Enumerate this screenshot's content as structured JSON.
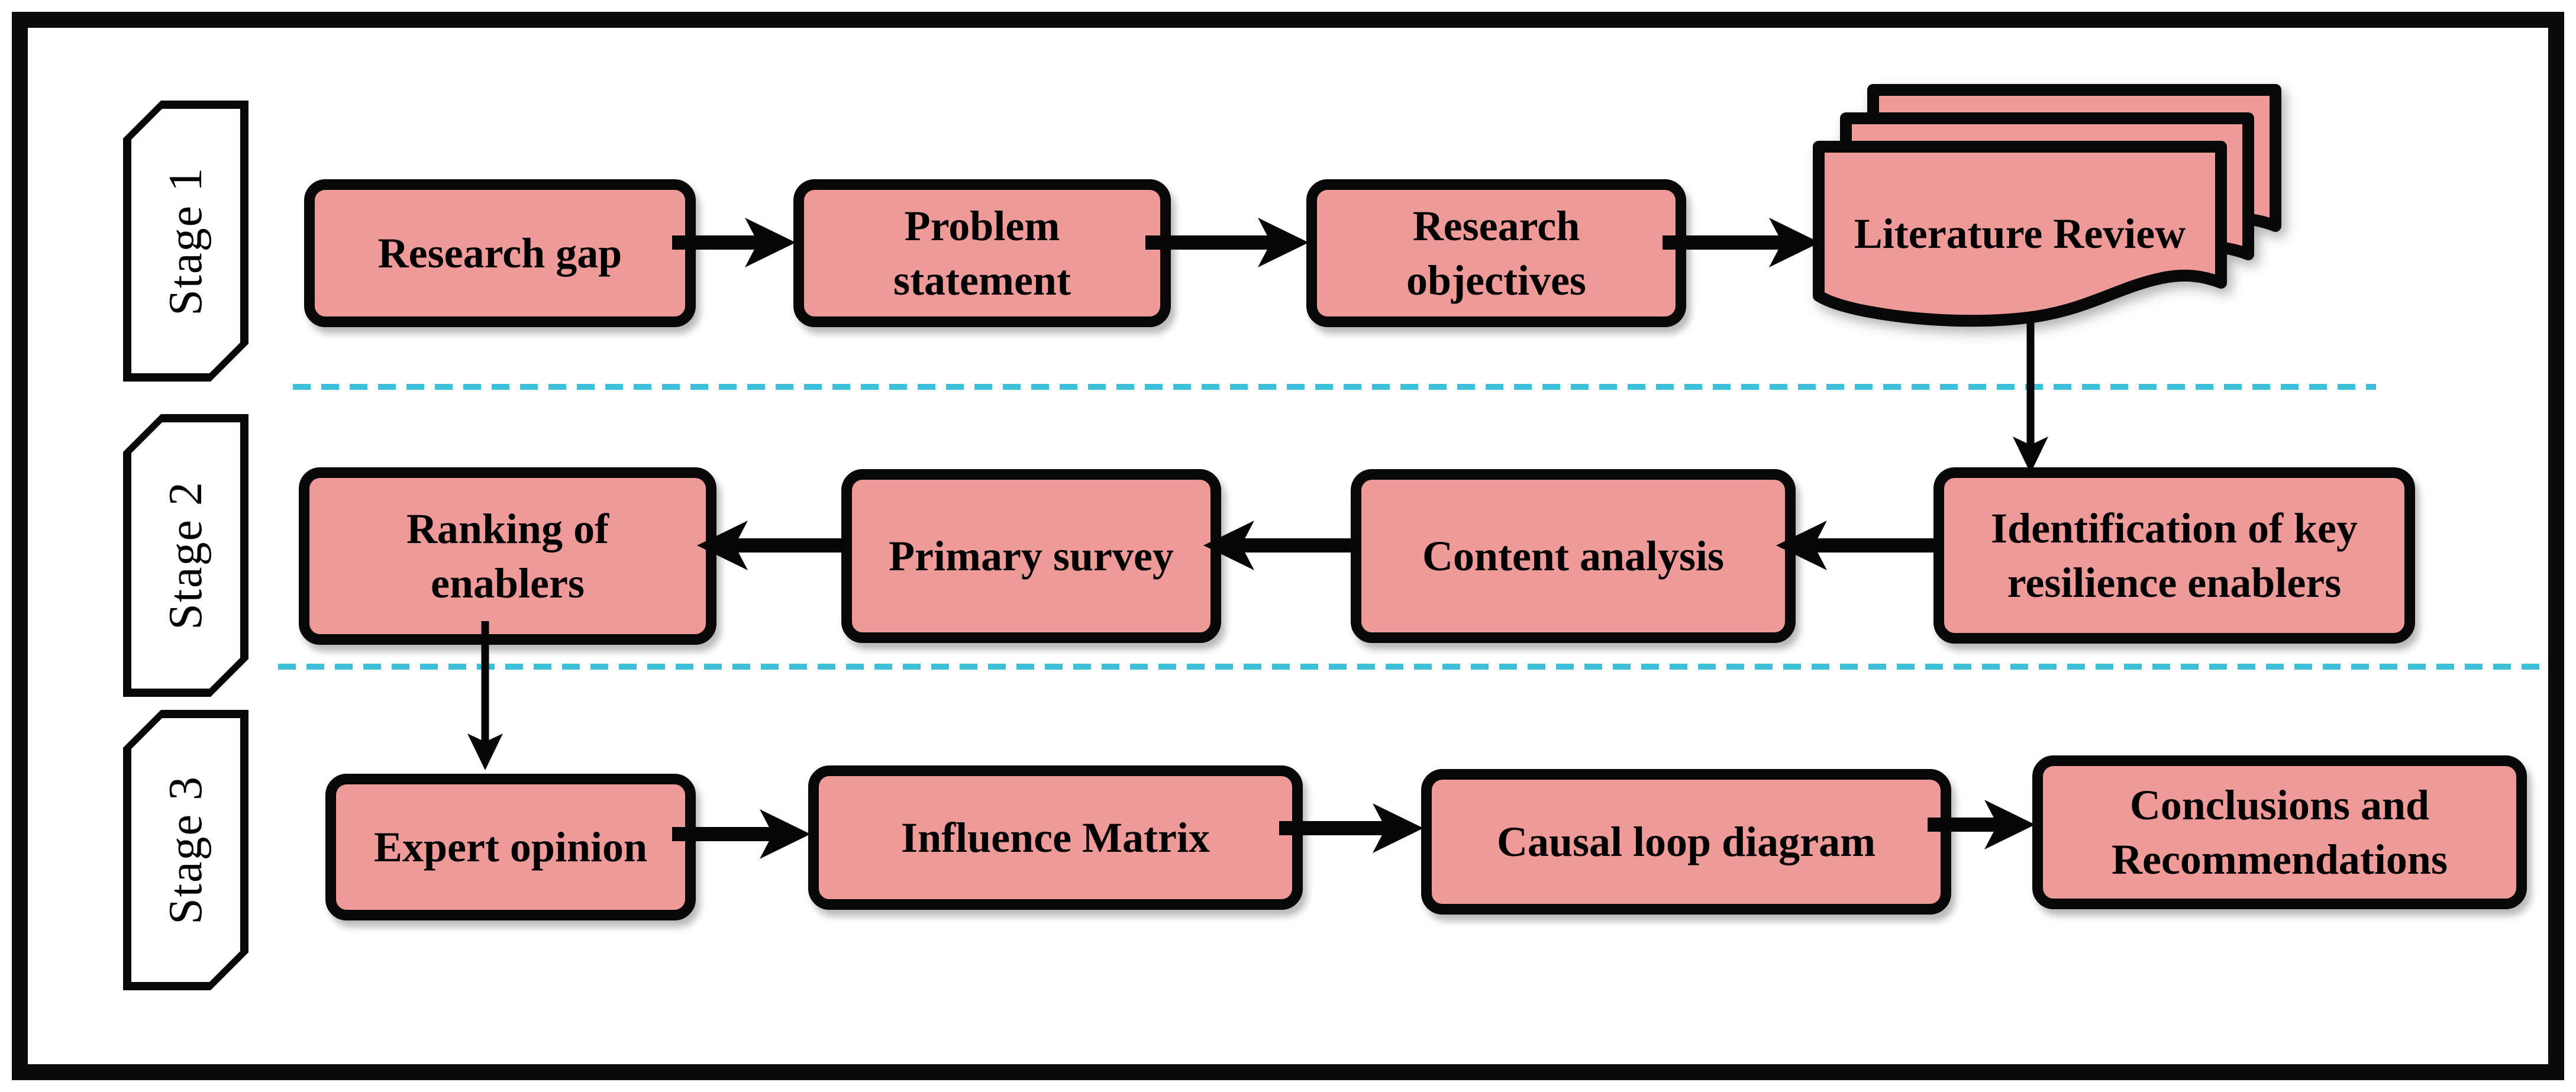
{
  "figure": {
    "type": "flowchart",
    "description": "Three-stage research methodology flow diagram"
  },
  "stages": [
    {
      "label": "Stage 1"
    },
    {
      "label": "Stage 2"
    },
    {
      "label": "Stage 3"
    }
  ],
  "nodes": {
    "research_gap": {
      "label": "Research gap",
      "stage": 1,
      "shape": "rounded-rectangle"
    },
    "problem_statement": {
      "label": "Problem\nstatement",
      "stage": 1,
      "shape": "rounded-rectangle"
    },
    "research_objectives": {
      "label": "Research\nobjectives",
      "stage": 1,
      "shape": "rounded-rectangle"
    },
    "literature_review": {
      "label": "Literature Review",
      "stage": 1,
      "shape": "document-stack"
    },
    "identification_of_key_resilience_enablers": {
      "label": "Identification of key\nresilience enablers",
      "stage": 2,
      "shape": "rounded-rectangle"
    },
    "content_analysis": {
      "label": "Content analysis",
      "stage": 2,
      "shape": "rounded-rectangle"
    },
    "primary_survey": {
      "label": "Primary survey",
      "stage": 2,
      "shape": "rounded-rectangle"
    },
    "ranking_of_enablers": {
      "label": "Ranking of\nenablers",
      "stage": 2,
      "shape": "rounded-rectangle"
    },
    "expert_opinion": {
      "label": "Expert opinion",
      "stage": 3,
      "shape": "rounded-rectangle"
    },
    "influence_matrix": {
      "label": "Influence Matrix",
      "stage": 3,
      "shape": "rounded-rectangle"
    },
    "causal_loop_diagram": {
      "label": "Causal loop diagram",
      "stage": 3,
      "shape": "rounded-rectangle"
    },
    "conclusions_and_recommendations": {
      "label": "Conclusions and\nRecommendations",
      "stage": 3,
      "shape": "rounded-rectangle"
    }
  },
  "edges": [
    {
      "from": "Research gap",
      "to": "Problem statement",
      "direction": "right"
    },
    {
      "from": "Problem statement",
      "to": "Research objectives",
      "direction": "right"
    },
    {
      "from": "Research objectives",
      "to": "Literature Review",
      "direction": "right"
    },
    {
      "from": "Literature Review",
      "to": "Identification of key resilience enablers",
      "direction": "down"
    },
    {
      "from": "Identification of key resilience enablers",
      "to": "Content analysis",
      "direction": "left"
    },
    {
      "from": "Content analysis",
      "to": "Primary survey",
      "direction": "left"
    },
    {
      "from": "Primary survey",
      "to": "Ranking of enablers",
      "direction": "left"
    },
    {
      "from": "Ranking of enablers",
      "to": "Expert opinion",
      "direction": "down"
    },
    {
      "from": "Expert opinion",
      "to": "Influence Matrix",
      "direction": "right"
    },
    {
      "from": "Influence Matrix",
      "to": "Causal loop diagram",
      "direction": "right"
    },
    {
      "from": "Causal loop diagram",
      "to": "Conclusions and Recommendations",
      "direction": "right"
    }
  ],
  "colors": {
    "node_fill": "#EE9A98",
    "node_border": "#080808",
    "stage_divider": "#3EC0DA",
    "frame": "#0A0A0A",
    "stage_fill": "#FFFFFF",
    "text": "#000000"
  }
}
